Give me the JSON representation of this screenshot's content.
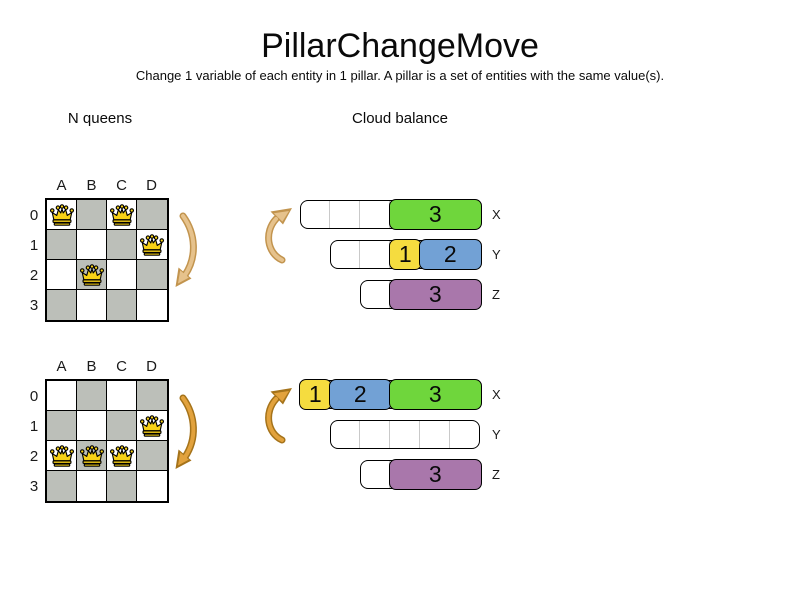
{
  "title": "PillarChangeMove",
  "subtitle": "Change 1 variable of each entity in 1 pillar. A pillar is a set of entities with the same value(s).",
  "sections": {
    "nqueens_heading": "N queens",
    "cloud_heading": "Cloud balance"
  },
  "colors": {
    "board_dark_square": "#bcbfb9",
    "board_light_square": "#ffffff",
    "queen_gold": "#f7d117",
    "block_yellow": "#f5dc3f",
    "block_blue": "#72a1d5",
    "block_green": "#6fd63c",
    "block_purple": "#a977ab",
    "arrow_light_fill": "#e6c28c",
    "arrow_light_edge": "#c2944e",
    "arrow_dark_fill": "#e2a23d",
    "arrow_dark_edge": "#a5731a"
  },
  "boards": [
    {
      "name": "board-before",
      "cols": [
        "A",
        "B",
        "C",
        "D"
      ],
      "rows": [
        "0",
        "1",
        "2",
        "3"
      ],
      "queens": [
        {
          "col": 0,
          "row": 0
        },
        {
          "col": 2,
          "row": 0
        },
        {
          "col": 3,
          "row": 1
        },
        {
          "col": 1,
          "row": 2
        }
      ]
    },
    {
      "name": "board-after",
      "cols": [
        "A",
        "B",
        "C",
        "D"
      ],
      "rows": [
        "0",
        "1",
        "2",
        "3"
      ],
      "queens": [
        {
          "col": 3,
          "row": 1
        },
        {
          "col": 0,
          "row": 2
        },
        {
          "col": 1,
          "row": 2
        },
        {
          "col": 2,
          "row": 2
        }
      ]
    }
  ],
  "bar_groups": [
    {
      "name": "bars-before",
      "bars": [
        {
          "label": "X",
          "units": 6,
          "segments": [
            {
              "kind": "empty",
              "units": 3
            },
            {
              "kind": "block",
              "units": 3,
              "value": "3",
              "color": "green"
            }
          ]
        },
        {
          "label": "Y",
          "units": 5,
          "segments": [
            {
              "kind": "empty",
              "units": 2
            },
            {
              "kind": "block",
              "units": 1,
              "value": "1",
              "color": "yellow"
            },
            {
              "kind": "block",
              "units": 2,
              "value": "2",
              "color": "blue"
            }
          ]
        },
        {
          "label": "Z",
          "units": 4,
          "segments": [
            {
              "kind": "empty",
              "units": 1
            },
            {
              "kind": "block",
              "units": 3,
              "value": "3",
              "color": "purple"
            }
          ]
        }
      ]
    },
    {
      "name": "bars-after",
      "bars": [
        {
          "label": "X",
          "units": 6,
          "segments": [
            {
              "kind": "block",
              "units": 1,
              "value": "1",
              "color": "yellow"
            },
            {
              "kind": "block",
              "units": 2,
              "value": "2",
              "color": "blue"
            },
            {
              "kind": "block",
              "units": 3,
              "value": "3",
              "color": "green"
            }
          ]
        },
        {
          "label": "Y",
          "units": 5,
          "segments": [
            {
              "kind": "empty",
              "units": 5
            }
          ]
        },
        {
          "label": "Z",
          "units": 4,
          "segments": [
            {
              "kind": "empty",
              "units": 1
            },
            {
              "kind": "block",
              "units": 3,
              "value": "3",
              "color": "purple"
            }
          ]
        }
      ]
    }
  ],
  "arrows": [
    {
      "name": "arrow-board-before",
      "shape": "down",
      "tone": "light"
    },
    {
      "name": "arrow-board-after",
      "shape": "down",
      "tone": "dark"
    },
    {
      "name": "arrow-bars-before",
      "shape": "up",
      "tone": "light"
    },
    {
      "name": "arrow-bars-after",
      "shape": "up",
      "tone": "dark"
    }
  ]
}
